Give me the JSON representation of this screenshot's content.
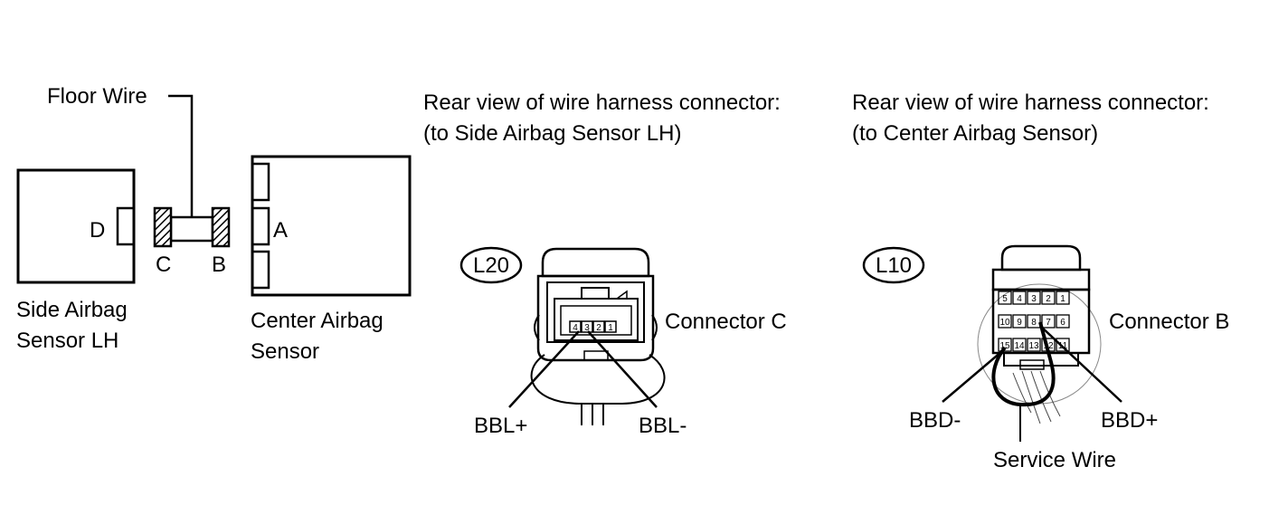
{
  "left_diagram": {
    "floor_wire": "Floor Wire",
    "side_sensor": {
      "line1": "Side Airbag",
      "line2": "Sensor LH",
      "connector": "D"
    },
    "floor_connectors": {
      "left": "C",
      "right": "B"
    },
    "center_sensor": {
      "line1": "Center Airbag",
      "line2": "Sensor",
      "connector": "A"
    }
  },
  "connector_c_view": {
    "heading_line1": "Rear view of wire harness connector:",
    "heading_line2": "(to Side Airbag Sensor LH)",
    "code": "L20",
    "connector_label": "Connector C",
    "pins": [
      "4",
      "3",
      "2",
      "1"
    ],
    "terminal_left": "BBL+",
    "terminal_right": "BBL-"
  },
  "connector_b_view": {
    "heading_line1": "Rear view of wire harness connector:",
    "heading_line2": "(to Center Airbag Sensor)",
    "code": "L10",
    "connector_label": "Connector B",
    "pins_row1": [
      "5",
      "4",
      "3",
      "2",
      "1"
    ],
    "pins_row2": [
      "10",
      "9",
      "8",
      "7",
      "6"
    ],
    "pins_row3": [
      "15",
      "14",
      "13",
      "12",
      "11"
    ],
    "terminal_left": "BBD-",
    "terminal_right": "BBD+",
    "service_wire": "Service Wire"
  }
}
